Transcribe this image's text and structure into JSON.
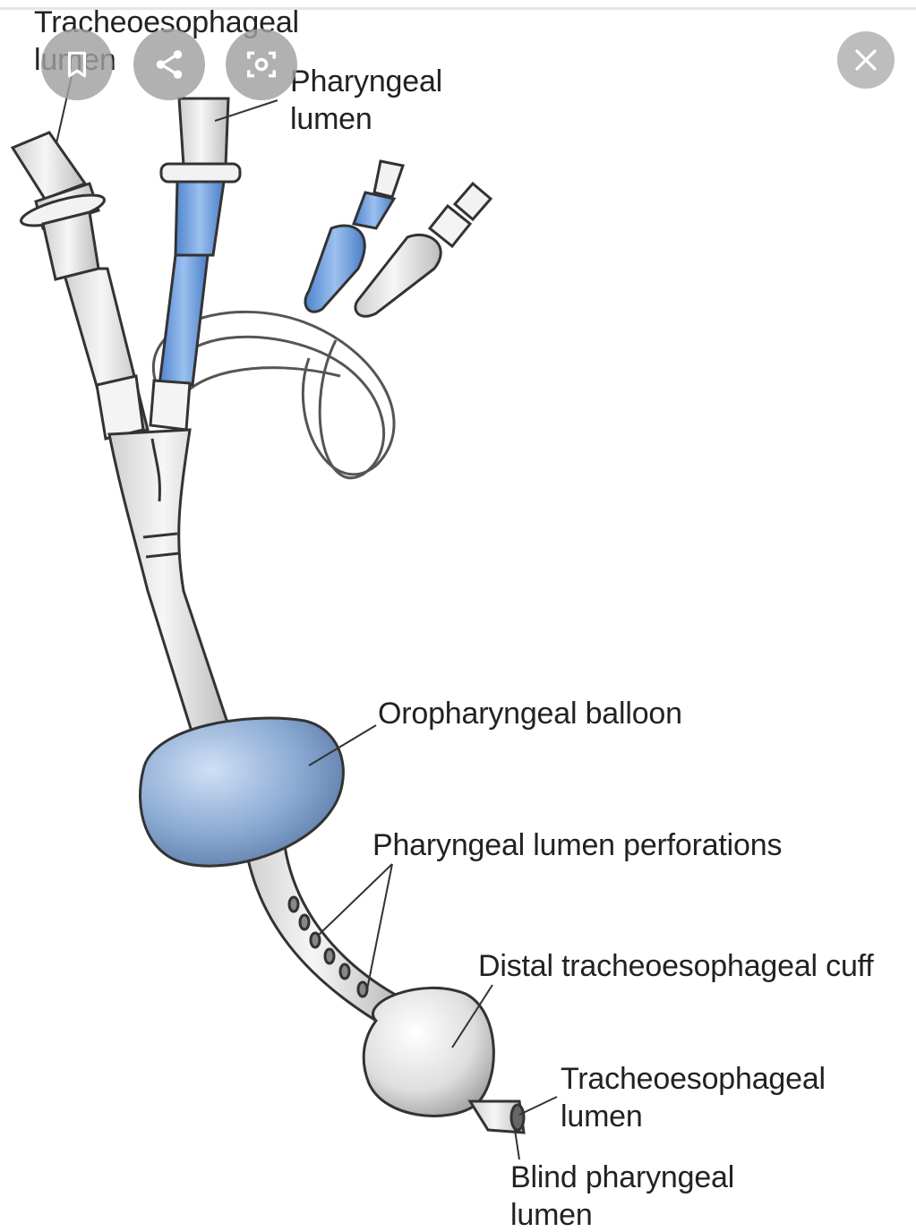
{
  "toolbar": {
    "buttons": [
      {
        "name": "save-button",
        "icon": "bookmark-icon"
      },
      {
        "name": "share-button",
        "icon": "share-icon"
      },
      {
        "name": "lens-button",
        "icon": "lens-icon"
      }
    ],
    "close_icon": "close-icon"
  },
  "diagram": {
    "labels": {
      "tracheo_top_1": "Tracheoesophageal",
      "tracheo_top_2": "lumen",
      "pharyngeal_1": "Pharyngeal",
      "pharyngeal_2": "lumen",
      "oropharyngeal": "Oropharyngeal balloon",
      "perforations": "Pharyngeal lumen perforations",
      "distal_cuff": "Distal tracheoesophageal cuff",
      "tracheo_bottom_1": "Tracheoesophageal",
      "tracheo_bottom_2": "lumen",
      "blind_1": "Blind pharyngeal",
      "blind_2": "lumen"
    },
    "colors": {
      "blue_tube": "#7aa6e0",
      "balloon": "#7f9ec9",
      "tube": "#e8e8e8",
      "outline": "#333333"
    }
  }
}
